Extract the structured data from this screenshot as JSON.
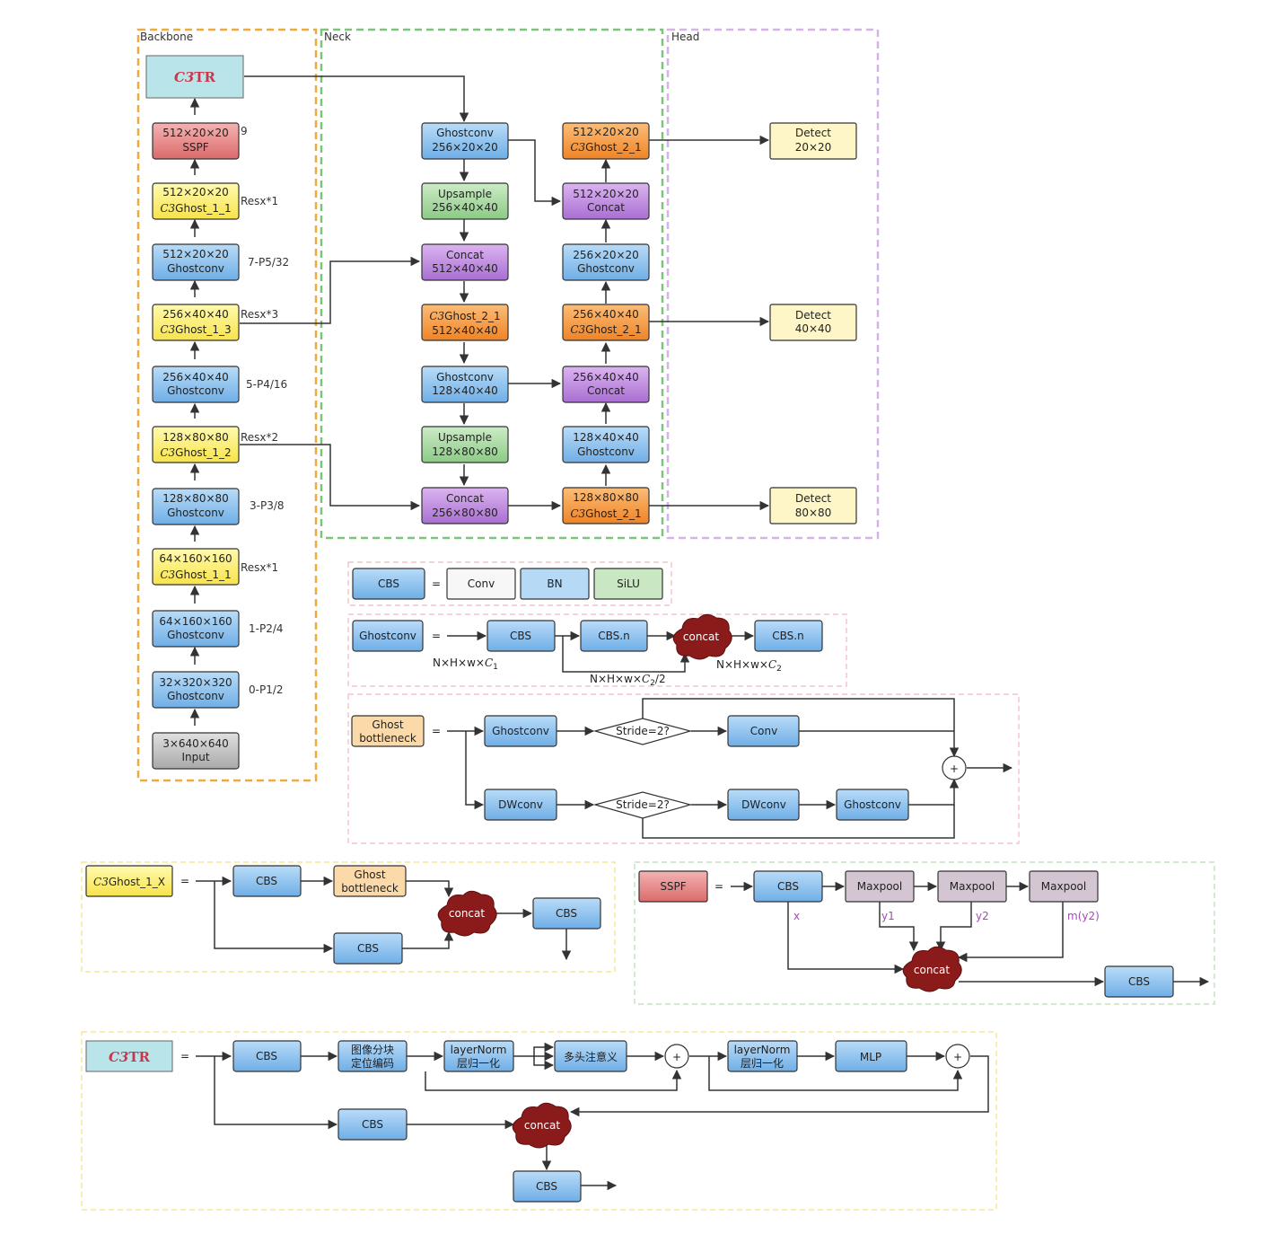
{
  "sections": {
    "backbone": "Backbone",
    "neck": "Neck",
    "head": "Head"
  },
  "common": {
    "c3": "C3",
    "ghost": "Ghost",
    "tr": "TR",
    "ghostconv": "Ghostconv",
    "concat": "concat",
    "cbs": "CBS",
    "equals": "=",
    "plus": "+"
  },
  "backbone": {
    "c3tr": "C3TR",
    "sspf": {
      "shape": "512×20×20",
      "name": "SSPF",
      "side": "9"
    },
    "g11_top": {
      "shape": "512×20×20",
      "name": "Ghost_1_1",
      "side": "Resx*1"
    },
    "gc_p5": {
      "shape": "512×20×20",
      "side": "7-P5/32"
    },
    "g13": {
      "shape": "256×40×40",
      "name": "Ghost_1_3",
      "side": "Resx*3"
    },
    "gc_p4": {
      "shape": "256×40×40",
      "side": "5-P4/16"
    },
    "g12": {
      "shape": "128×80×80",
      "name": "Ghost_1_2",
      "side": "Resx*2"
    },
    "gc_p3": {
      "shape": "128×80×80",
      "side": "3-P3/8"
    },
    "g11_bot": {
      "shape": "64×160×160",
      "name": "Ghost_1_1",
      "side": "Resx*1"
    },
    "gc_p2": {
      "shape": "64×160×160",
      "side": "1-P2/4"
    },
    "gc_p1": {
      "shape": "32×320×320",
      "side": "0-P1/2"
    },
    "input": {
      "shape": "3×640×640",
      "name": "Input"
    }
  },
  "neck": {
    "n1": {
      "name": "Ghostconv",
      "shape": "256×20×20"
    },
    "n2": {
      "name": "Upsample",
      "shape": "256×40×40"
    },
    "n3": {
      "name": "Concat",
      "shape": "512×40×40"
    },
    "n4": {
      "name": "Ghost_2_1",
      "shape": "512×40×40"
    },
    "n5": {
      "name": "Ghostconv",
      "shape": "128×40×40"
    },
    "n6": {
      "name": "Upsample",
      "shape": "128×80×80"
    },
    "n7": {
      "name": "Concat",
      "shape": "256×80×80"
    },
    "m1": {
      "shape": "512×20×20",
      "name": "Ghost_2_1"
    },
    "m2": {
      "shape": "512×20×20",
      "name": "Concat"
    },
    "m3": {
      "shape": "256×20×20",
      "name": "Ghostconv"
    },
    "m4": {
      "shape": "256×40×40",
      "name": "Ghost_2_1"
    },
    "m5": {
      "shape": "256×40×40",
      "name": "Concat"
    },
    "m6": {
      "shape": "128×40×40",
      "name": "Ghostconv"
    },
    "m7": {
      "shape": "128×80×80",
      "name": "Ghost_2_1"
    }
  },
  "head": {
    "d1": {
      "name": "Detect",
      "shape": "20×20"
    },
    "d2": {
      "name": "Detect",
      "shape": "40×40"
    },
    "d3": {
      "name": "Detect",
      "shape": "80×80"
    }
  },
  "legend_cbs": {
    "conv": "Conv",
    "bn": "BN",
    "silu": "SiLU"
  },
  "legend_ghostconv": {
    "cbs_n1": "CBS.n",
    "cbs_n2": "CBS.n",
    "dim_in": "N×H×w×",
    "dim_mid": "N×H×w×",
    "dim_mid_tail": "/2",
    "dim_out": "N×H×w×",
    "c1": "C",
    "c1_sub": "1",
    "c2": "C",
    "c2_sub": "2"
  },
  "legend_bottleneck": {
    "title_1": "Ghost",
    "title_2": "bottleneck",
    "dwconv_1": "DWconv",
    "dwconv_2": "DWconv",
    "stride_1": "Stride=2?",
    "stride_2": "Stride=2?",
    "conv": "Conv"
  },
  "legend_c3ghost": {
    "title": "Ghost_1_X",
    "bneck_1": "Ghost",
    "bneck_2": "bottleneck"
  },
  "legend_sspf": {
    "title": "SSPF",
    "maxpool_1": "Maxpool",
    "maxpool_2": "Maxpool",
    "maxpool_3": "Maxpool",
    "x": "x",
    "y1": "y1",
    "y2": "y2",
    "my2": "m(y2)"
  },
  "legend_c3tr": {
    "pos_1": "图像分块",
    "pos_2": "定位编码",
    "ln1_1": "layerNorm",
    "ln1_2": "层归一化",
    "mha": "多头注意义",
    "ln2_1": "layerNorm",
    "ln2_2": "层归一化",
    "mlp": "MLP"
  },
  "colors": {
    "blue": "#8fc2ee",
    "yellow": "#fff176",
    "red": "#e98a8a",
    "orange": "#f59a3e",
    "purple": "#c08be0",
    "green": "#a6d8a0",
    "gray": "#c3c3c3",
    "cyan": "#b9e4ea",
    "detect": "#fff6c7",
    "peach": "#fbd9a8",
    "concat_cloud": "#8b1a1a"
  }
}
